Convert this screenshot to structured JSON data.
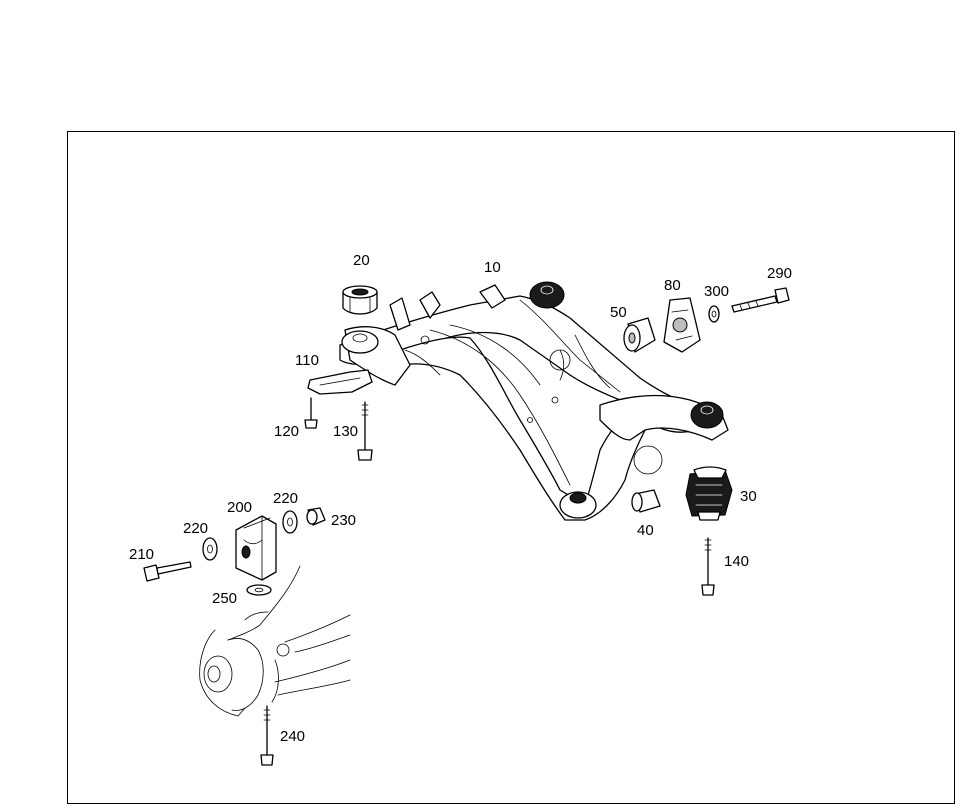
{
  "diagram": {
    "labels": {
      "p10": "10",
      "p20": "20",
      "p30": "30",
      "p40": "40",
      "p50": "50",
      "p80": "80",
      "p110": "110",
      "p120": "120",
      "p130": "130",
      "p140": "140",
      "p200": "200",
      "p210": "210",
      "p220a": "220",
      "p220b": "220",
      "p230": "230",
      "p240": "240",
      "p250": "250",
      "p290": "290",
      "p300": "300"
    }
  }
}
